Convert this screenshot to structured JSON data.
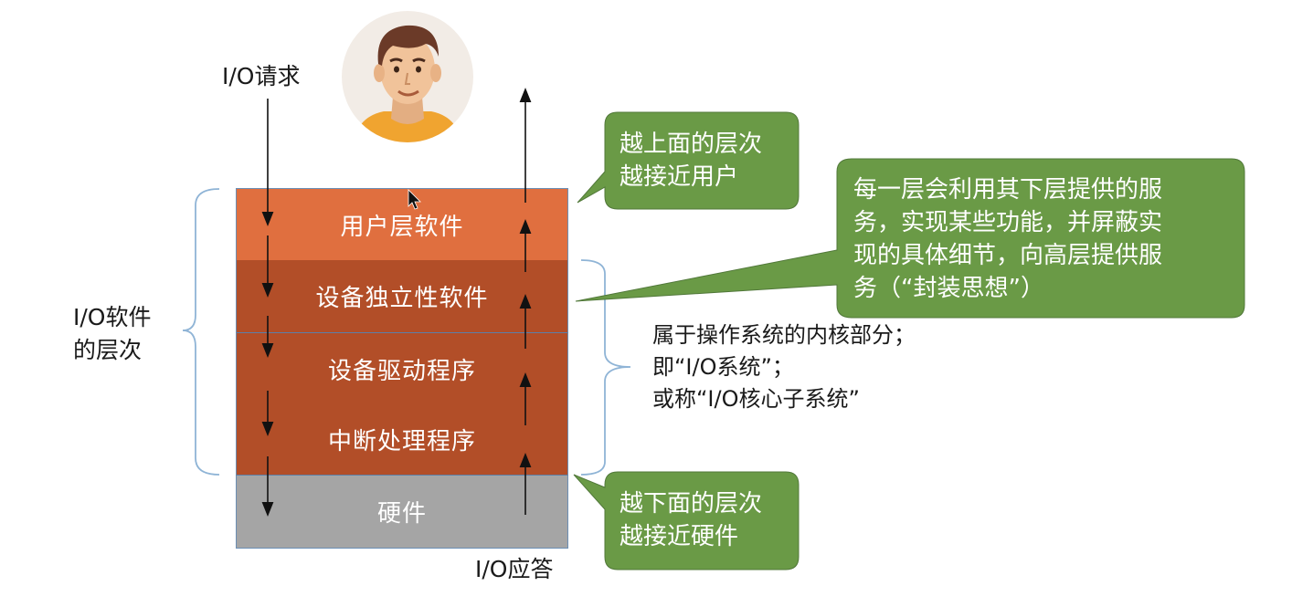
{
  "io_request_label": "I/O请求",
  "io_response_label": "I/O应答",
  "side_label": {
    "line1": "I/O软件",
    "line2": "的层次"
  },
  "layers": [
    {
      "label": "用户层软件"
    },
    {
      "label": "设备独立性软件"
    },
    {
      "label": "设备驱动程序"
    },
    {
      "label": "中断处理程序"
    },
    {
      "label": "硬件"
    }
  ],
  "kernel_note": {
    "line1": "属于操作系统的内核部分；",
    "line2": "即“I/O系统”；",
    "line3": "或称“I/O核心子系统”"
  },
  "callout_top": {
    "line1": "越上面的层次",
    "line2": "越接近用户"
  },
  "callout_middle": {
    "line1": "每一层会利用其下层提供的服",
    "line2": "务，实现某些功能，并屏蔽实",
    "line3": "现的具体细节，向高层提供服",
    "line4": "务（“封装思想”）"
  },
  "callout_bottom": {
    "line1": "越下面的层次",
    "line2": "越接近硬件"
  },
  "icons": {
    "user_avatar": "user-avatar-icon",
    "cursor": "mouse-pointer-icon"
  },
  "colors": {
    "user_layer": "#e06f3f",
    "kernel_layers": "#b24e28",
    "hardware_layer": "#a5a5a5",
    "callout_green": "#6a9a46",
    "brace_blue": "#8fb4d6"
  }
}
